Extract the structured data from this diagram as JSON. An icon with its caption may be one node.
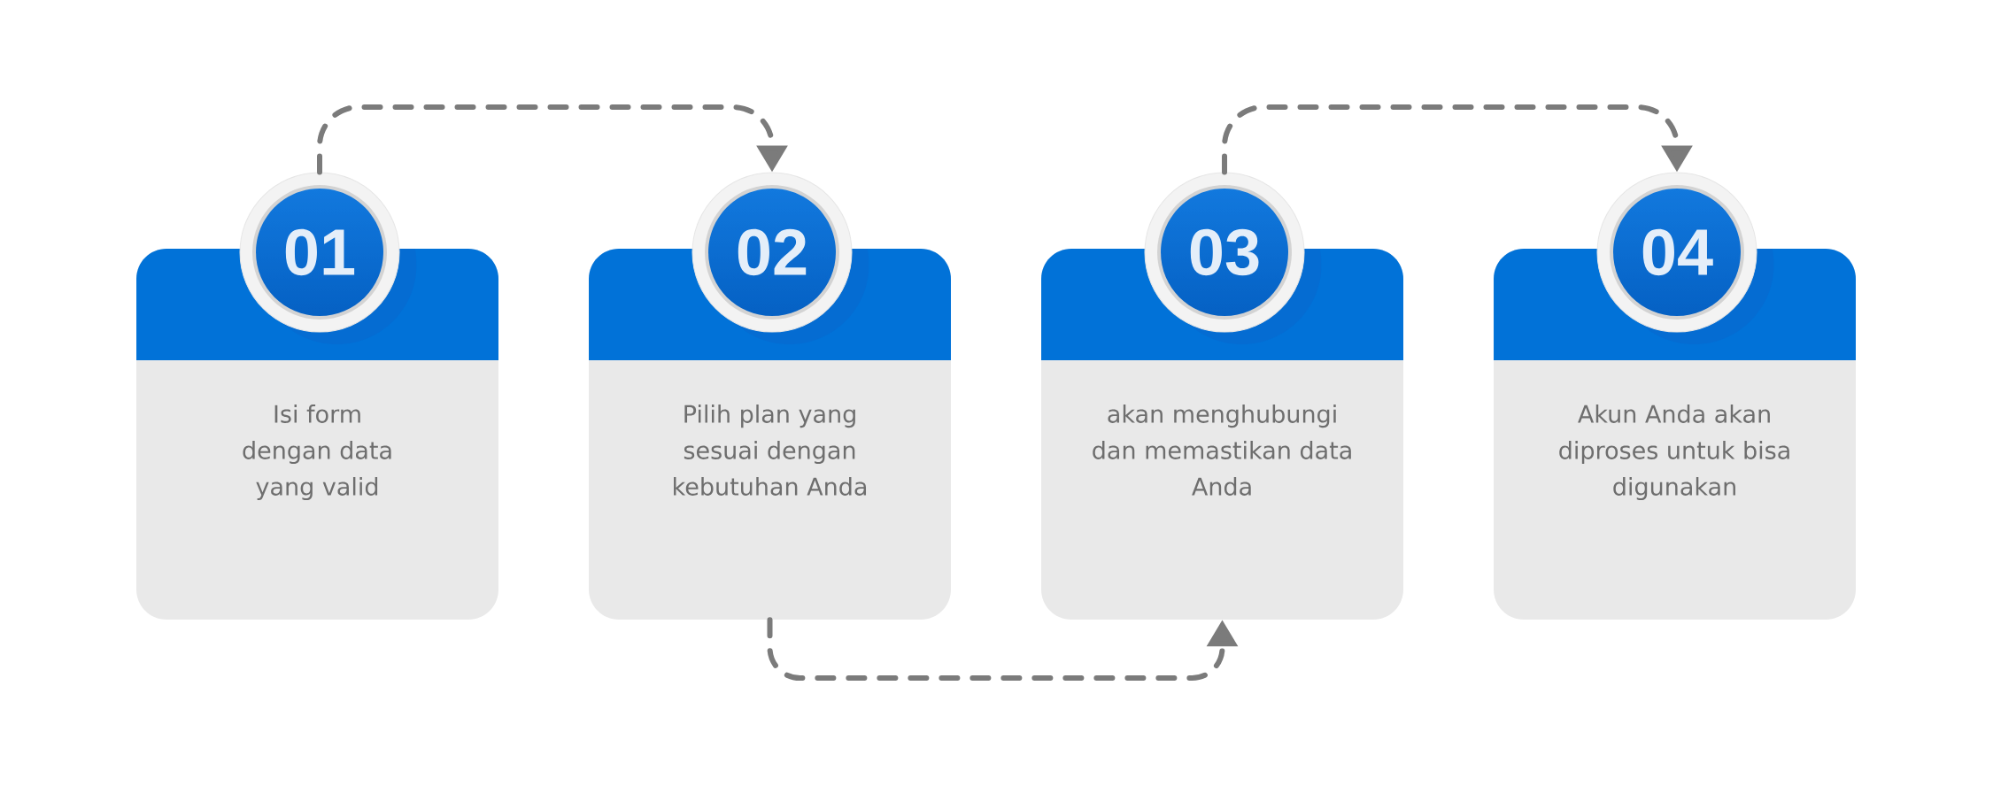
{
  "diagram": {
    "nodes": [
      {
        "text": [
          "01"
        ]
      },
      {
        "text": [
          "Isi form dengan data yang valid"
        ]
      },
      {
        "text": [
          "02"
        ]
      },
      {
        "text": [
          "Pilih plan yang sesuai dengan kebutuhan Anda"
        ]
      },
      {
        "text": [
          "03"
        ]
      },
      {
        "text": [
          "akan menghubungi dan memastikan data Anda"
        ]
      },
      {
        "text": [
          "04"
        ]
      },
      {
        "text": [
          "Akun Anda akan diproses untuk bisa digunakan"
        ]
      }
    ],
    "edges": [
      {
        "from": 0,
        "to": 2,
        "arrow": "to",
        "style": "dashed"
      },
      {
        "from": 3,
        "to": 5,
        "arrow": "to",
        "style": "dashed"
      },
      {
        "from": 4,
        "to": 6,
        "arrow": "to",
        "style": "dashed"
      }
    ]
  }
}
